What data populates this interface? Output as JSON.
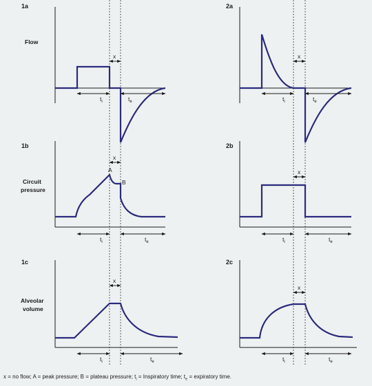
{
  "panels": {
    "p1a": {
      "label": "1a"
    },
    "p2a": {
      "label": "2a"
    },
    "p1b": {
      "label": "1b"
    },
    "p2b": {
      "label": "2b"
    },
    "p1c": {
      "label": "1c"
    },
    "p2c": {
      "label": "2c"
    }
  },
  "rows": {
    "flow": "Flow",
    "circuit_line1": "Circuit",
    "circuit_line2": "pressure",
    "alveolar_line1": "Alveolar",
    "alveolar_line2": "volume"
  },
  "annotations": {
    "x": "x",
    "t": "t",
    "i": "i",
    "e": "e",
    "A": "A",
    "B": "B"
  },
  "caption": {
    "x": "x = no flow;",
    "A": "A = peak pressure;",
    "B": "B = plateau pressure;",
    "t": "t",
    "i_sub": "i",
    "ti_text": "= Inspiratory time;",
    "e_sub": "e",
    "te_text": "= expiratory time."
  },
  "colors": {
    "trace": "#2b2a7e",
    "axis": "#1a1a1a",
    "background": "#eef1f2"
  }
}
